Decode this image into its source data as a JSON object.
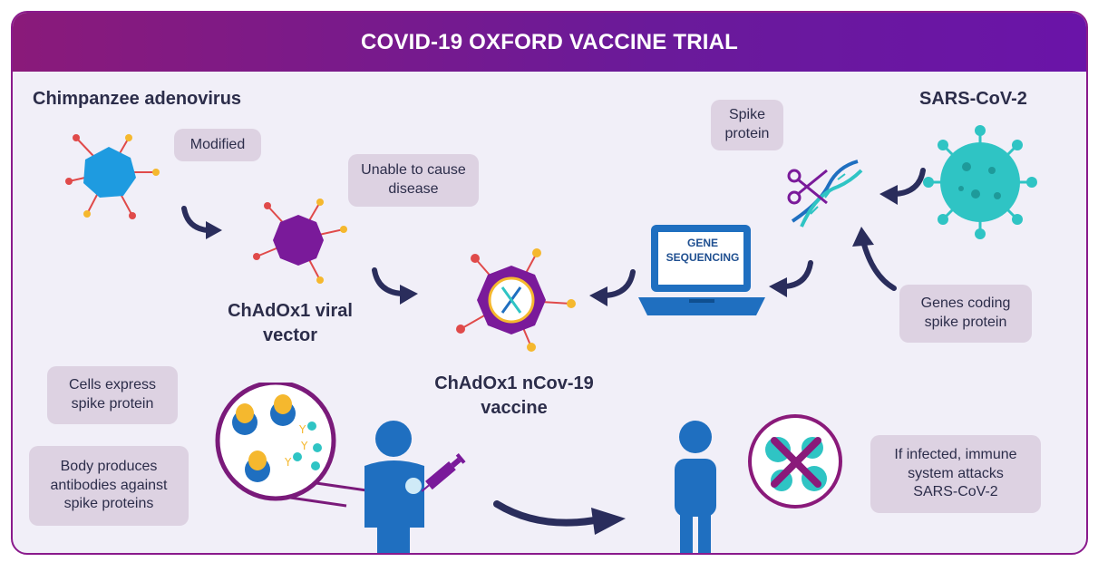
{
  "title": "COVID-19 OXFORD VACCINE TRIAL",
  "labels": {
    "chimp_adenovirus": "Chimpanzee adenovirus",
    "sars_cov2": "SARS-CoV-2",
    "viral_vector": "ChAdOx1 viral\nvector",
    "vaccine": "ChAdOx1 nCov-19\nvaccine"
  },
  "boxes": {
    "modified": "Modified",
    "unable": "Unable to cause\ndisease",
    "spike": "Spike\nprotein",
    "genes": "Genes coding\nspike protein",
    "cells": "Cells express\nspike protein",
    "antibodies": "Body produces\nantibodies against\nspike proteins",
    "infected": "If infected, immune\nsystem attacks\nSARS-CoV-2"
  },
  "laptop_text": "GENE\nSEQUENCING",
  "colors": {
    "navy": "#2a2d5c",
    "purple": "#7a1a9a",
    "teal": "#2fc4c4",
    "blue": "#1f6fc0",
    "box": "#ddd2e2"
  },
  "icons": [
    "adenovirus-icon",
    "viral-vector-icon",
    "vaccine-icon",
    "laptop-icon",
    "dna-scissors-icon",
    "coronavirus-icon",
    "person-icon",
    "syringe-icon",
    "cells-magnifier-icon",
    "virus-crossed-icon"
  ]
}
